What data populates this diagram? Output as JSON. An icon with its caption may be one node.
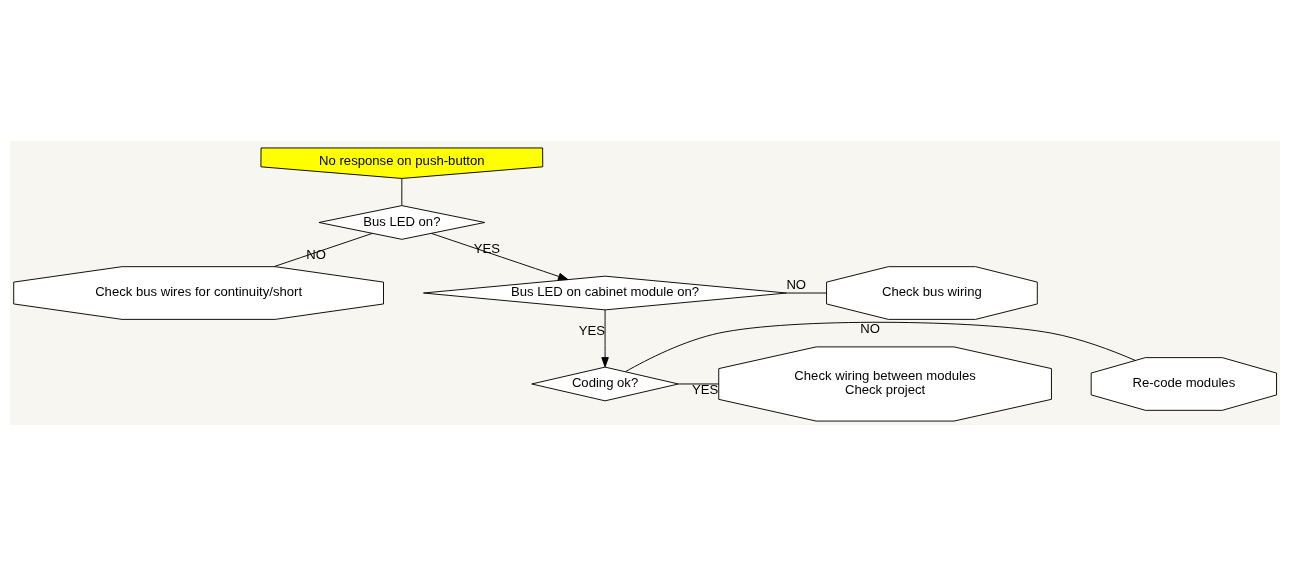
{
  "diagram": {
    "nodes": [
      {
        "text": [
          "No response on push-button"
        ]
      },
      {
        "text": [
          "Bus LED on?"
        ]
      },
      {
        "text": [
          "Check bus wires for continuity/short"
        ]
      },
      {
        "text": [
          "Bus LED on cabinet module on?"
        ]
      },
      {
        "text": [
          "Check bus wiring"
        ]
      },
      {
        "text": [
          "Coding ok?"
        ]
      },
      {
        "text": [
          "Re-code modules"
        ]
      },
      {
        "text": [
          "Check wiring between modules",
          "Check project"
        ]
      }
    ],
    "edges": [
      {
        "from": 0,
        "to": 1,
        "arrow": "none"
      },
      {
        "from": 1,
        "to": 3,
        "arrow": "to",
        "label": "YES"
      },
      {
        "from": 1,
        "to": 2,
        "arrow": "none",
        "label": "NO"
      },
      {
        "from": 3,
        "to": 4,
        "arrow": "none",
        "label": "NO"
      },
      {
        "from": 3,
        "to": 5,
        "arrow": "to",
        "label": "YES"
      },
      {
        "from": 5,
        "to": 6,
        "arrow": "none",
        "label": "NO"
      },
      {
        "from": 5,
        "to": 7,
        "arrow": "none",
        "label": "YES"
      }
    ]
  }
}
